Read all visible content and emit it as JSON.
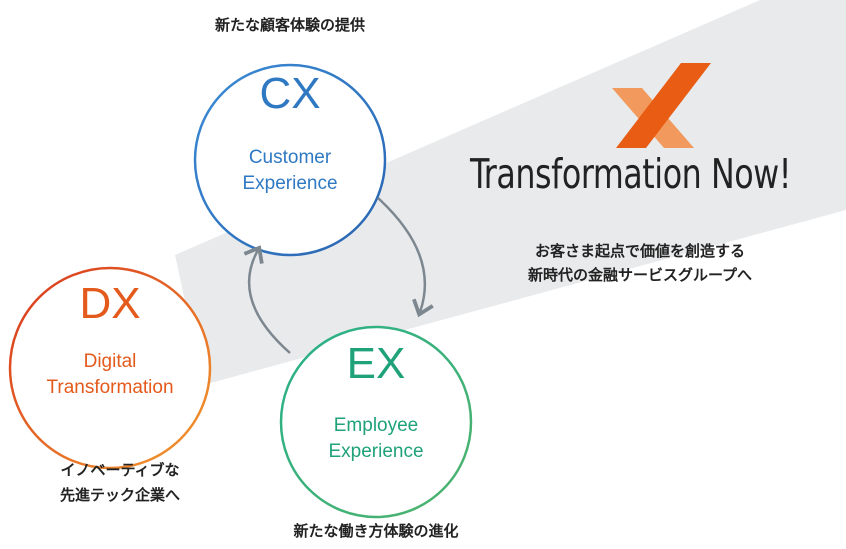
{
  "circles": [
    {
      "abbr": "CX",
      "full_line1": "Customer",
      "full_line2": "Experience",
      "color": "#2f79c2",
      "caption": "新たな顧客体験の提供"
    },
    {
      "abbr": "EX",
      "full_line1": "Employee",
      "full_line2": "Experience",
      "color": "#1fa27a",
      "caption": "新たな働き方体験の進化"
    },
    {
      "abbr": "DX",
      "full_line1": "Digital",
      "full_line2": "Transformation",
      "color": "#e45a1c",
      "caption_line1": "イノベーティブな",
      "caption_line2": "先進テック企業へ"
    }
  ],
  "brand": {
    "logo_icon": "orange-x-logo-icon",
    "title": "Transformation Now!",
    "tagline_line1": "お客さま起点で価値を創造する",
    "tagline_line2": "新時代の金融サービスグループへ",
    "logo_colors": [
      "#f29a5e",
      "#e85d13"
    ]
  },
  "colors": {
    "beam": "#e8eaec",
    "arrow": "#7d8790"
  }
}
